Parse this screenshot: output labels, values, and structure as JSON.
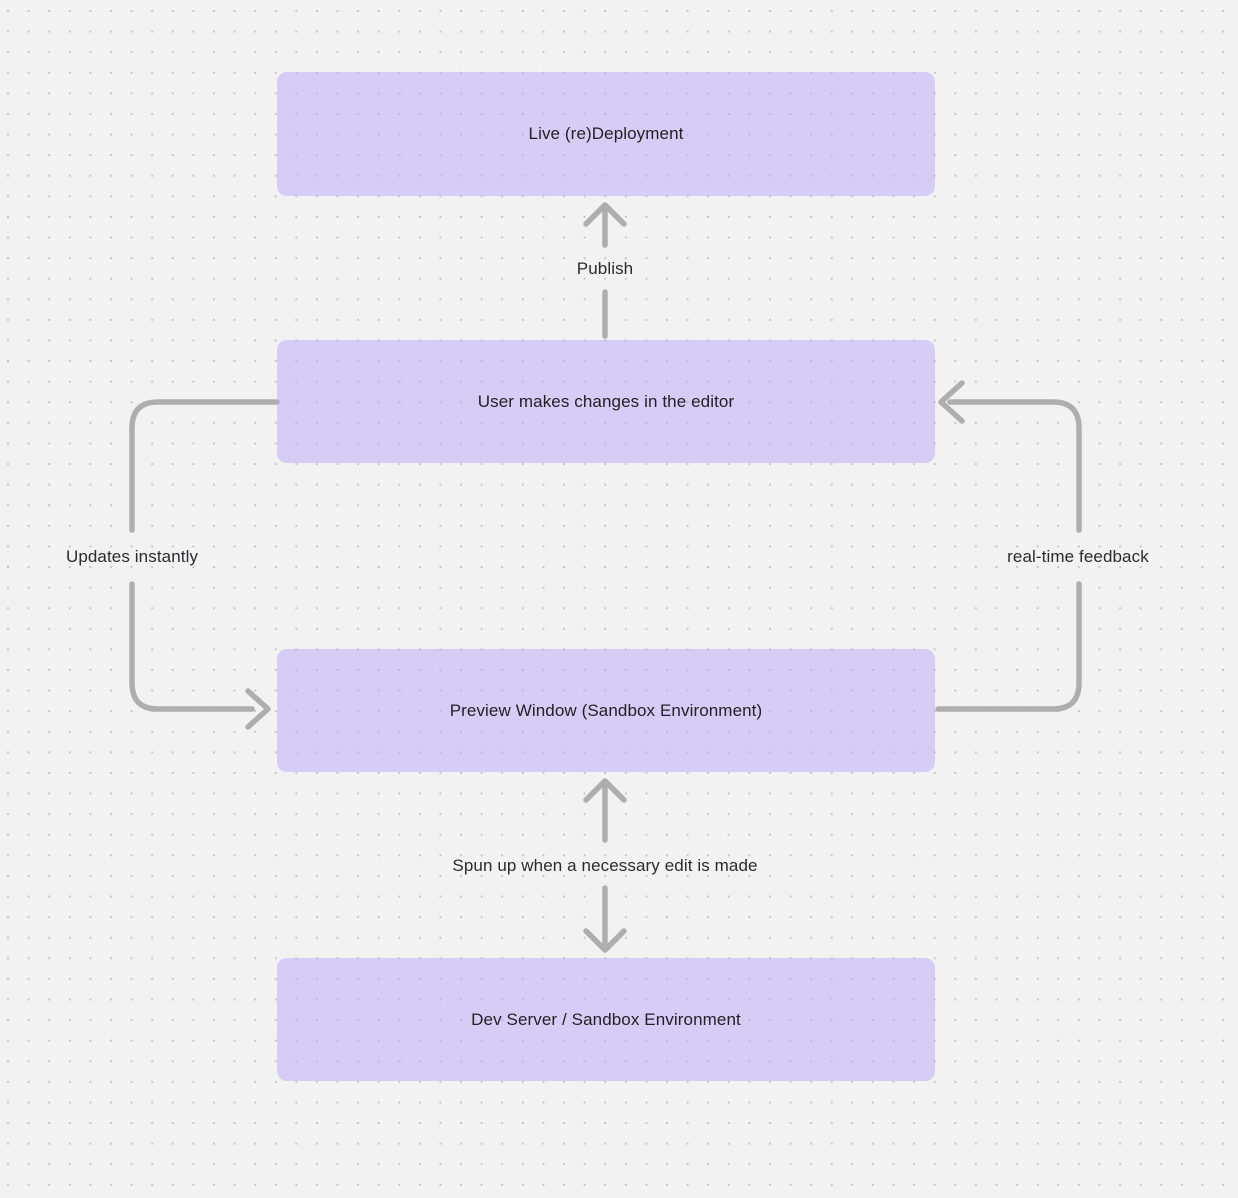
{
  "diagram": {
    "background_color": "#f2f2f2",
    "dot_color": "#c6c6c6",
    "node_fill": "#d7ccf5",
    "arrow_color": "#aeaeae",
    "text_color": "#222226",
    "nodes": [
      {
        "id": "live-redeployment",
        "label": "Live (re)Deployment"
      },
      {
        "id": "user-editor",
        "label": "User makes changes in the editor"
      },
      {
        "id": "preview-window",
        "label": "Preview Window (Sandbox Environment)"
      },
      {
        "id": "dev-server",
        "label": "Dev Server / Sandbox Environment"
      }
    ],
    "edges": [
      {
        "id": "publish",
        "label": "Publish",
        "from": "user-editor",
        "to": "live-redeployment",
        "direction": "up"
      },
      {
        "id": "updates-instantly",
        "label": "Updates instantly",
        "from": "user-editor",
        "to": "preview-window",
        "direction": "left-loop-down"
      },
      {
        "id": "real-time-feedback",
        "label": "real-time feedback",
        "from": "preview-window",
        "to": "user-editor",
        "direction": "right-loop-up"
      },
      {
        "id": "spun-up",
        "label": "Spun up when a necessary edit is made",
        "from": "dev-server",
        "to": "preview-window",
        "direction": "both"
      }
    ]
  }
}
